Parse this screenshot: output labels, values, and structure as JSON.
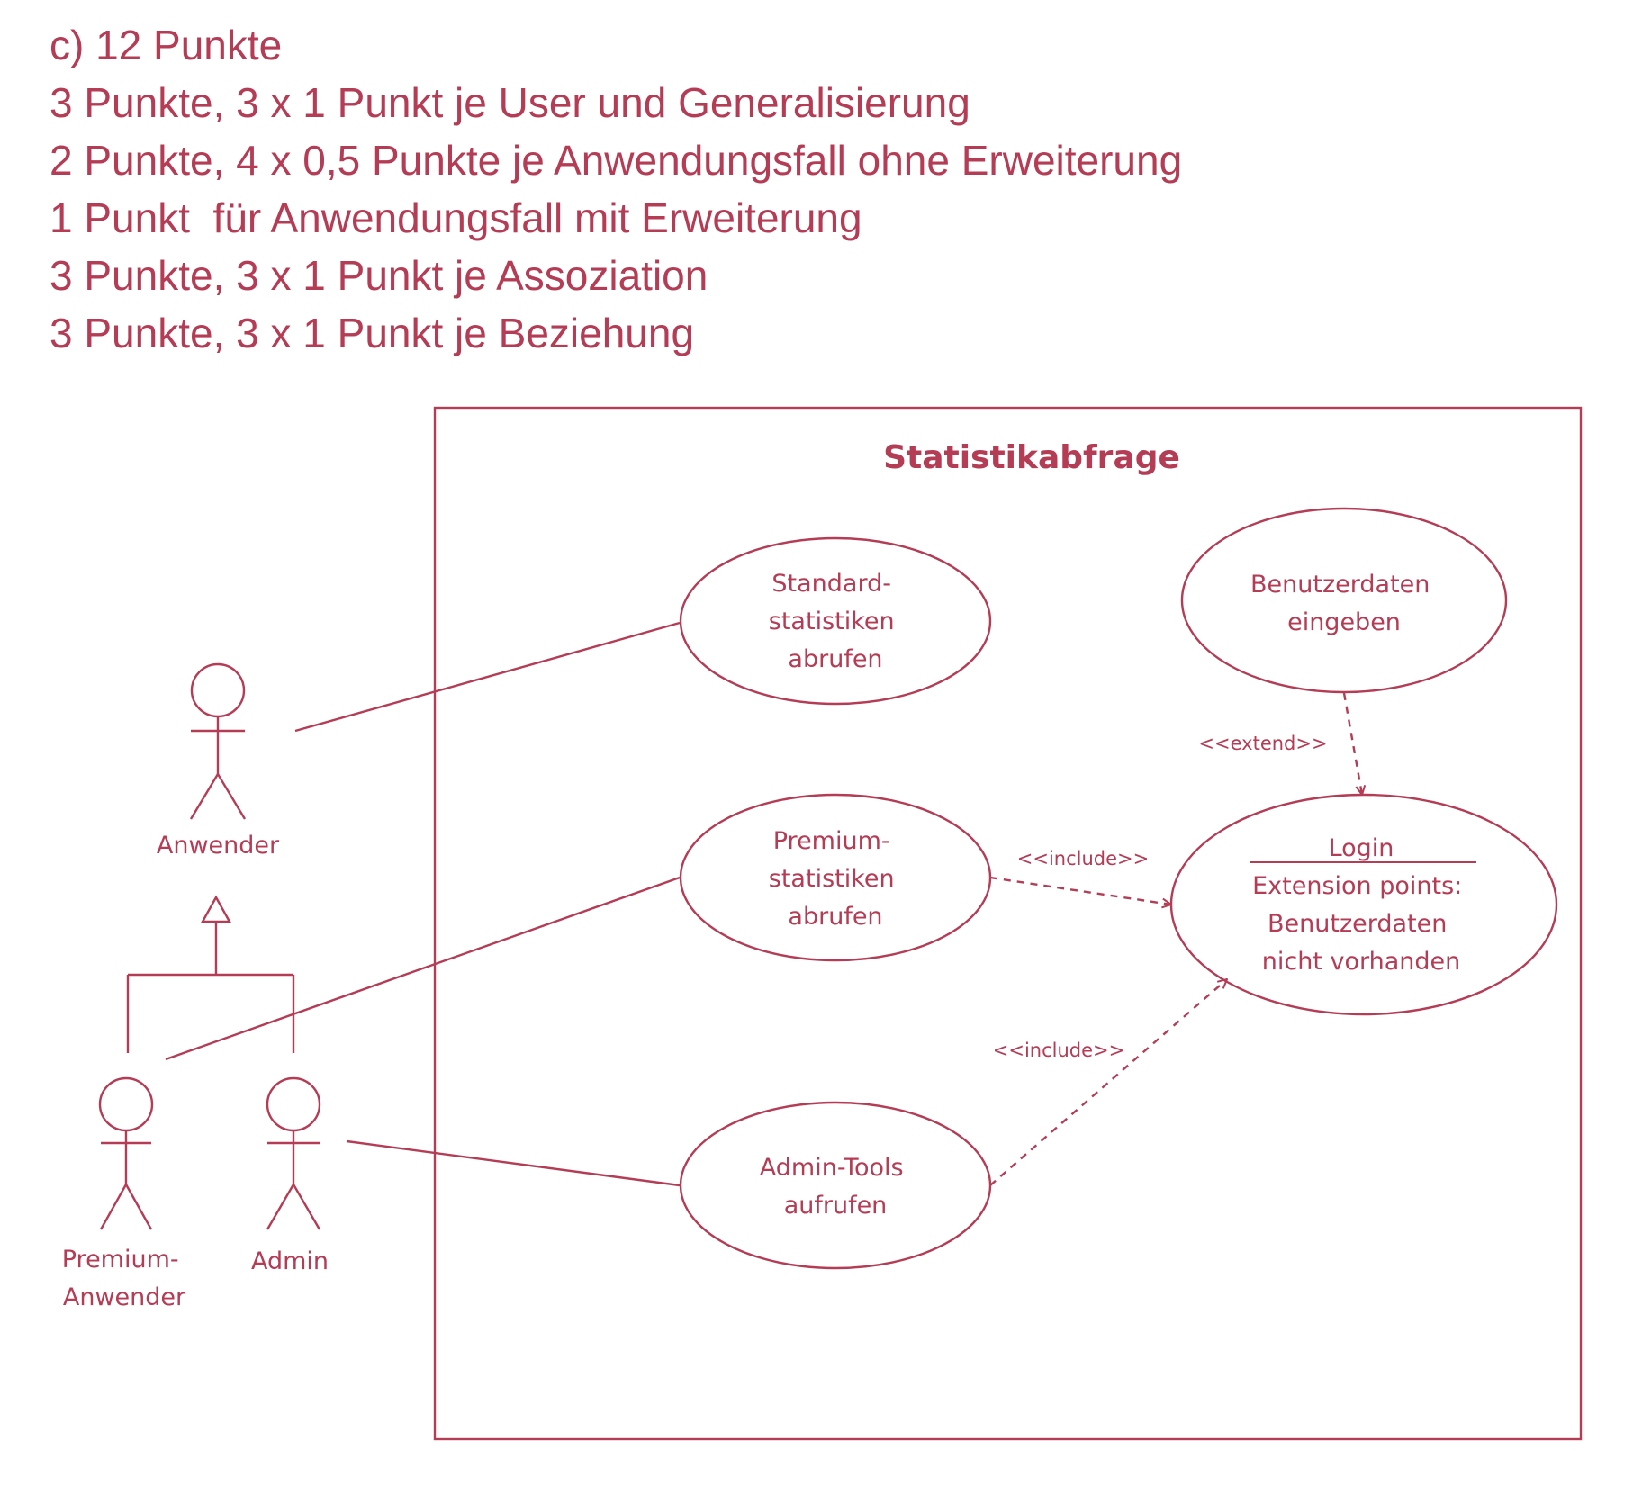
{
  "scoring": {
    "lines": [
      "c) 12 Punkte",
      "3 Punkte, 3 x 1 Punkt je User und Generalisierung",
      "2 Punkte, 4 x 0,5 Punkte je Anwendungsfall ohne Erweiterung",
      "1 Punkt  für Anwendungsfall mit Erweiterung",
      "3 Punkte, 3 x 1 Punkt je Assoziation",
      "3 Punkte, 3 x 1 Punkt je Beziehung"
    ]
  },
  "diagram": {
    "system_title": "Statistikabfrage",
    "actors": {
      "anwender": {
        "lines": [
          "Anwender"
        ]
      },
      "premium": {
        "lines": [
          "Premium-",
          "Anwender"
        ]
      },
      "admin": {
        "lines": [
          "Admin"
        ]
      }
    },
    "use_cases": {
      "standard": {
        "lines": [
          "Standard-",
          "statistiken",
          "abrufen"
        ]
      },
      "premium": {
        "lines": [
          "Premium-",
          "statistiken",
          "abrufen"
        ]
      },
      "admin_tools": {
        "lines": [
          "Admin-Tools",
          "aufrufen"
        ]
      },
      "benutzerdaten": {
        "lines": [
          "Benutzerdaten",
          "eingeben"
        ]
      },
      "login": {
        "name": "Login",
        "extension_lines": [
          "Extension points:",
          "Benutzerdaten",
          "nicht vorhanden"
        ]
      }
    },
    "relations": {
      "extend_label": "<<extend>>",
      "include_premium_label": "<<include>>",
      "include_admin_label": "<<include>>"
    },
    "colors": {
      "ink": "#b43c55",
      "background": "#ffffff"
    }
  }
}
